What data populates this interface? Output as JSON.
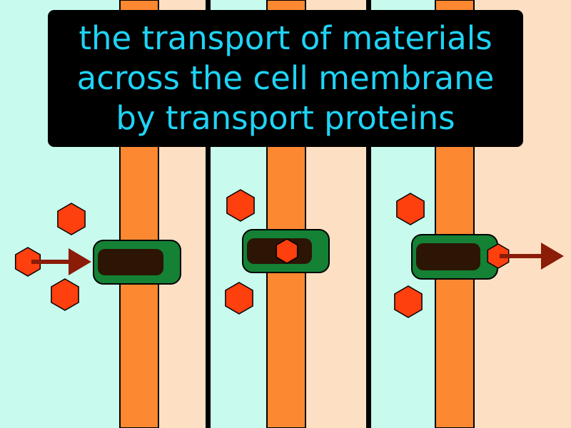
{
  "caption": {
    "lines": [
      "the transport of materials",
      "across the cell membrane",
      "by transport proteins"
    ],
    "text_color": "#1fd3f5",
    "background_color": "#000000"
  },
  "colors": {
    "outside_fluid": "#c8fbee",
    "inside_fluid": "#fde0c3",
    "membrane": "#fd8832",
    "divider": "#000000",
    "protein_outer": "#148135",
    "protein_channel": "#2c1505",
    "molecule": "#fe3f0e",
    "arrow": "#8a1c08"
  },
  "icons": {
    "molecule": "hexagon-molecule-icon",
    "arrow": "right-arrow-icon",
    "protein": "transport-protein-icon"
  }
}
